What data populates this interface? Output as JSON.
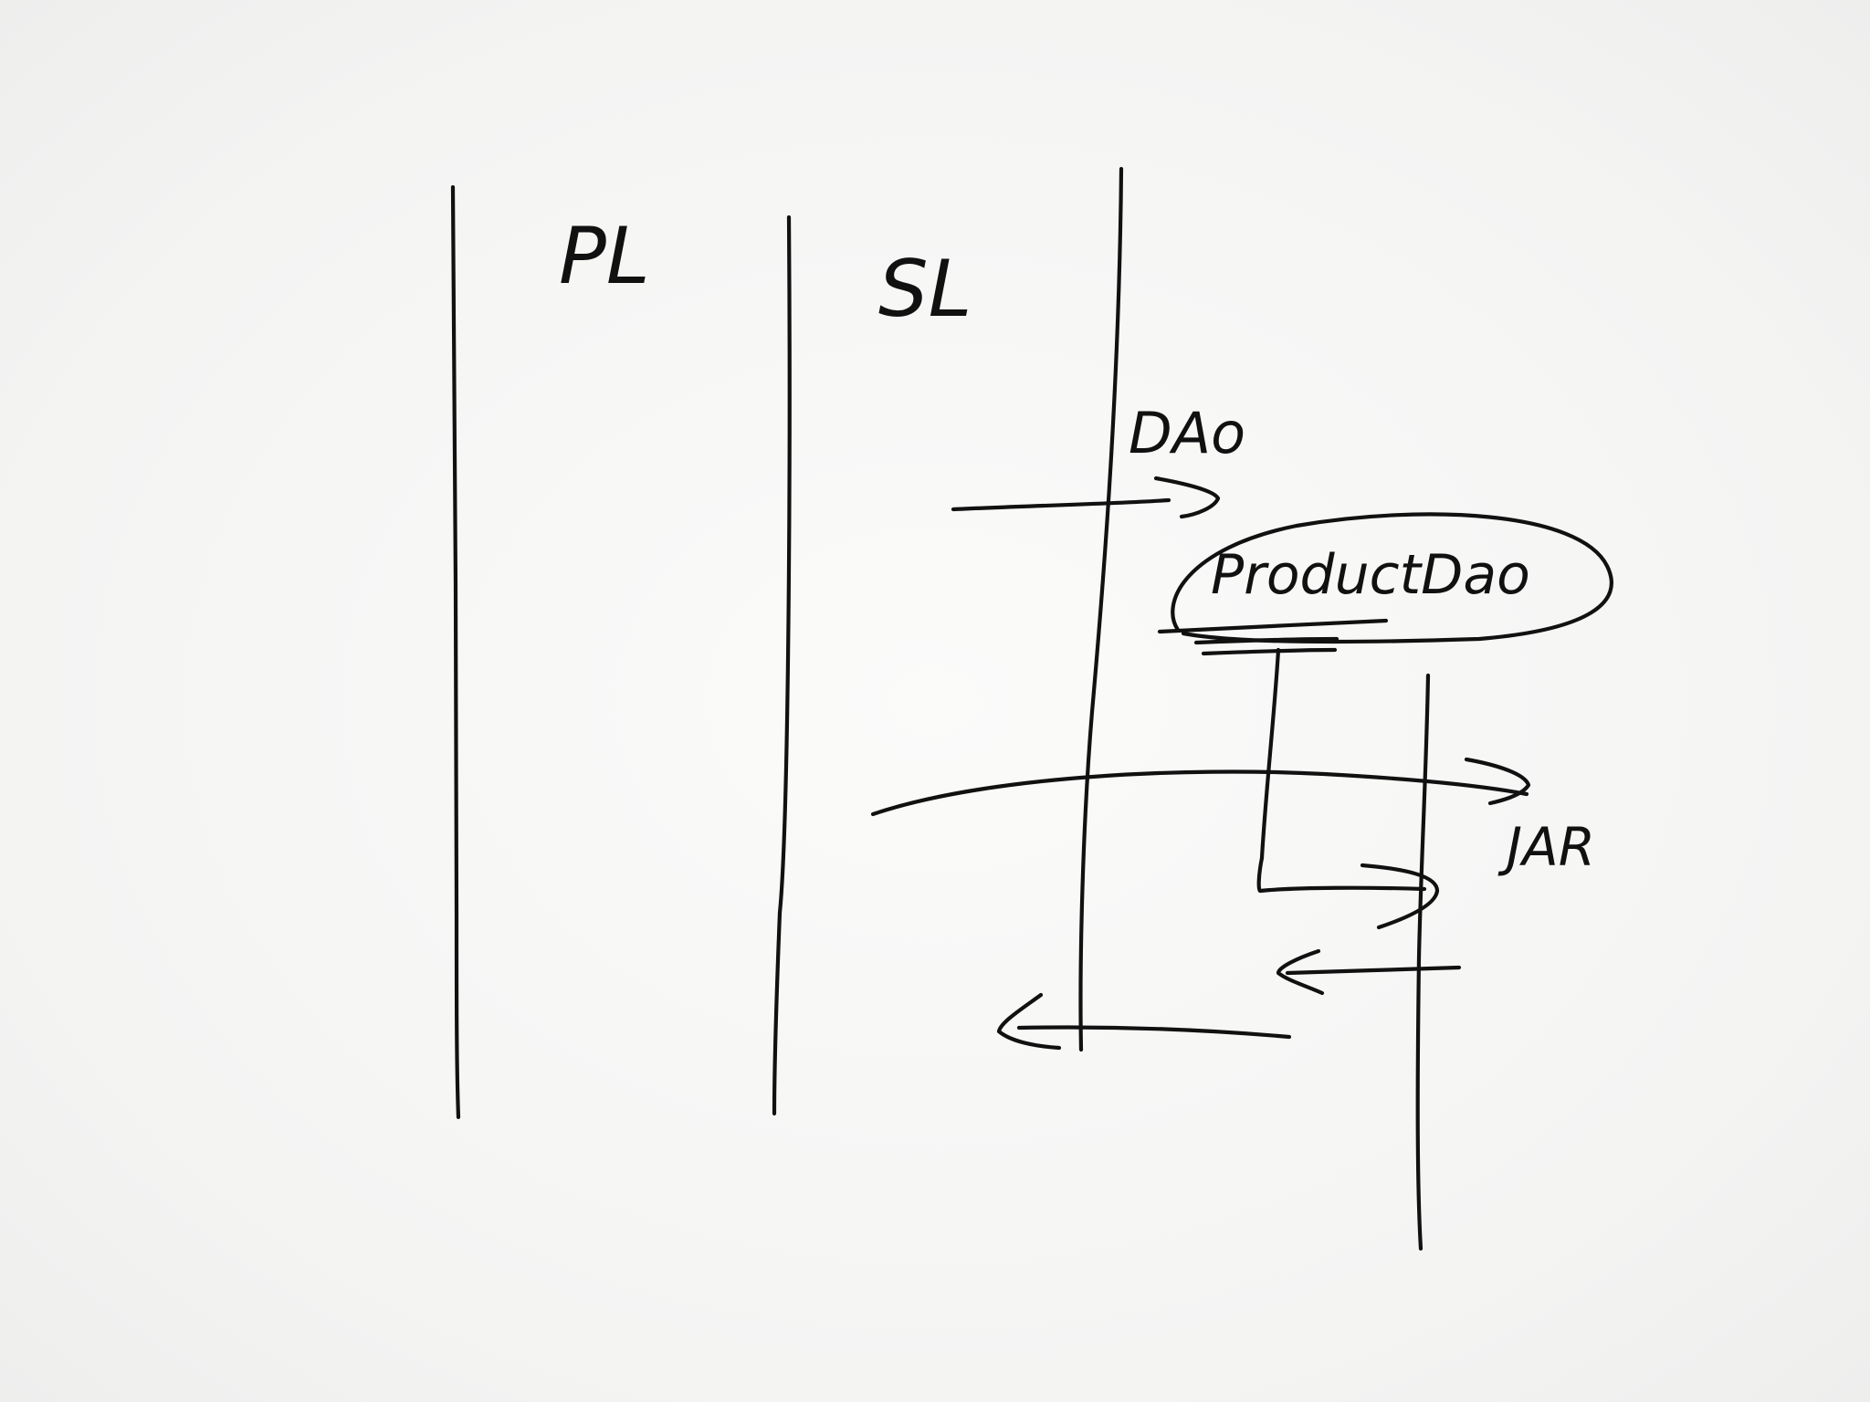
{
  "labels": {
    "presentation_layer": "PL",
    "service_layer": "SL",
    "dao": "DAo",
    "product_dao": "ProductDao",
    "jar": "JAR"
  },
  "colors": {
    "ink": "#111111",
    "paper": "#f6f6f5"
  }
}
